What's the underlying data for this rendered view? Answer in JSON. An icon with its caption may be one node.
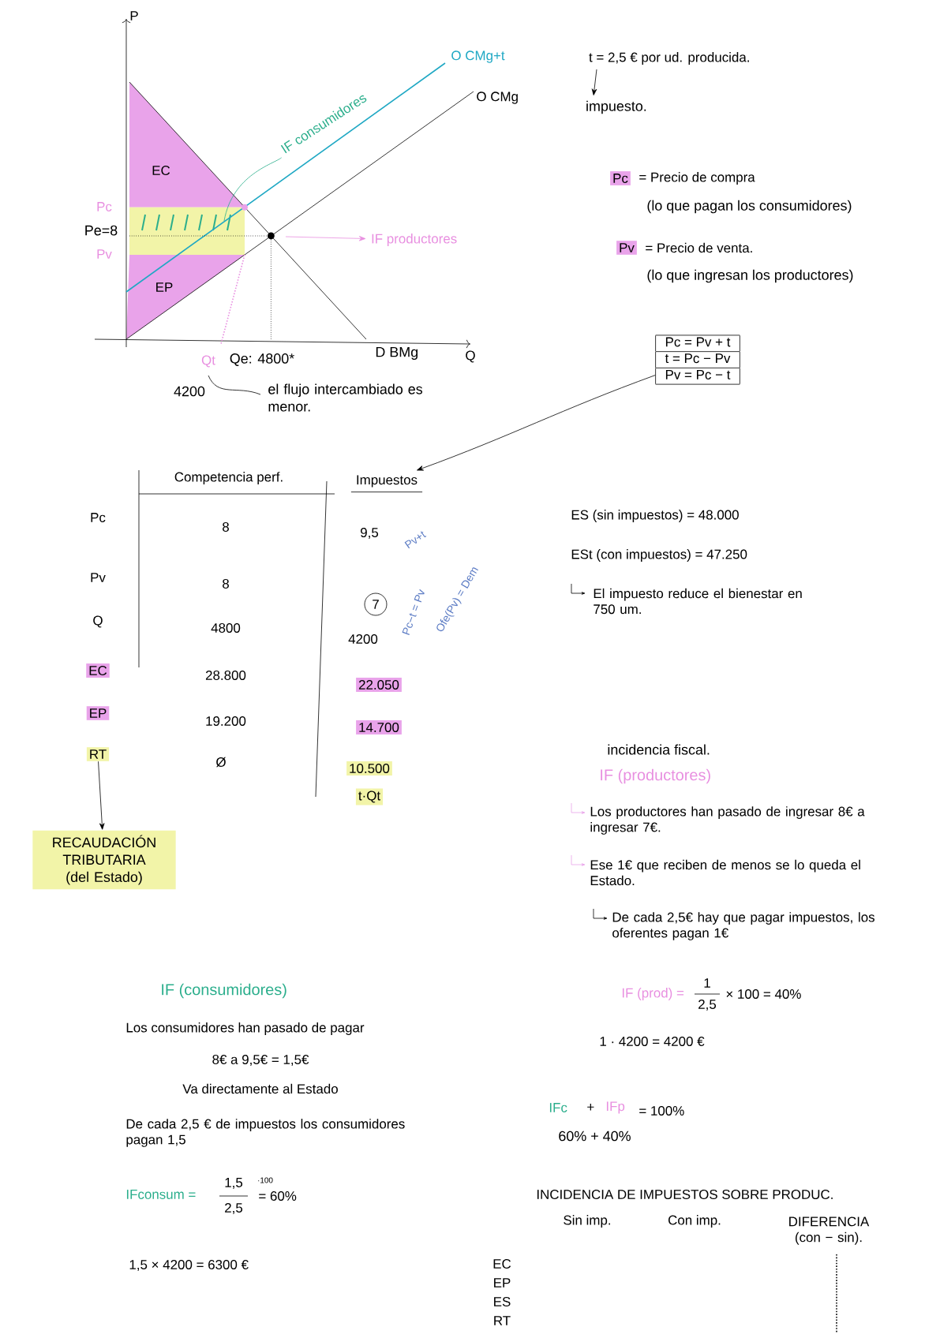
{
  "diagram": {
    "nodes": [
      {
        "text": [
          "t = 2,5 € por ud. producida."
        ]
      },
      {
        "text": [
          "impuesto."
        ]
      },
      {
        "text": [
          "Pc = Pv + t",
          "t = Pc − Pv",
          "Pv = Pc − t"
        ]
      },
      {
        "text": [
          "Impuestos"
        ]
      },
      {
        "text": [
          "RT"
        ]
      },
      {
        "text": [
          "RECAUDACIÓN TRIBUTARIA (del Estado)"
        ]
      },
      {
        "text": [
          "IF consumidores"
        ]
      },
      {
        "text": [
          "IF productores"
        ]
      }
    ],
    "edges": [
      {
        "from": 0,
        "to": 1,
        "arrow": "to"
      },
      {
        "from": 2,
        "to": 3,
        "arrow": "to"
      },
      {
        "from": 4,
        "to": 5,
        "arrow": "to"
      },
      {
        "from": 6,
        "to": null,
        "arrow": "none",
        "color": "#2bae8c"
      },
      {
        "from": null,
        "to": 7,
        "arrow": "to",
        "color": "#e88fe0"
      }
    ],
    "labels": [
      "P",
      "Q",
      "O CMg+t",
      "O CMg",
      "D BMg",
      "EC",
      "EP",
      "Pc",
      "Pe=8",
      "Pv",
      "Qt",
      "Qe: 4800*",
      "4200",
      "el flujo intercambiado es menor.",
      "Pc",
      "= Precio de compra",
      "(lo que pagan los consumidores)",
      "Pv",
      "= Precio de venta.",
      "(lo que ingresan los productores)",
      "Competencia perf.",
      "Pc",
      "8",
      "9,5",
      "Pv+t",
      "Pv",
      "8",
      "7",
      "Pc−t = Pv",
      "Ofe(Pv) = Dem",
      "Q",
      "4800",
      "4200",
      "EC",
      "28.800",
      "22.050",
      "EP",
      "19.200",
      "14.700",
      "Ø",
      "10.500",
      "t·Qt",
      "ES (sin impuestos) = 48.000",
      "ESt (con impuestos) = 47.250",
      "El impuesto reduce el bienestar en 750 um.",
      "incidencia fiscal.",
      "IF (productores)",
      "Los productores han pasado de ingresar 8€ a ingresar 7€.",
      "Ese 1€ que reciben de menos se lo queda el Estado.",
      "De cada 2,5€ hay que pagar impuestos, los oferentes pagan 1€",
      "IF (prod) =",
      "1",
      "2,5",
      "× 100 = 40%",
      "1 · 4200 = 4200 €",
      "IF (consumidores)",
      "Los consumidores han pasado de pagar",
      "8€ a 9,5€ = 1,5€",
      "Va directamente al Estado",
      "De cada 2,5 € de impuestos los consumidores pagan 1,5",
      "IFconsum =",
      "1,5",
      "2,5",
      "·100",
      "= 60%",
      "1,5 × 4200 = 6300 €",
      "IFc",
      "+",
      "IFp",
      "= 100%",
      "60% + 40%",
      "INCIDENCIA DE IMPUESTOS SOBRE PRODUC.",
      "Sin imp.",
      "Con imp.",
      "DIFERENCIA (con − sin).",
      "EC",
      "EP",
      "ES",
      "RT"
    ]
  }
}
